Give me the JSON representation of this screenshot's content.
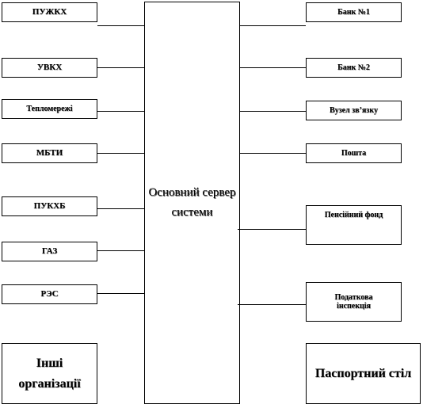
{
  "diagram": {
    "server_label": "Основний сервер системи",
    "left_nodes": [
      {
        "id": "puzhkh",
        "label": "ПУЖКХ"
      },
      {
        "id": "uvkh",
        "label": "УВКХ"
      },
      {
        "id": "teplomerezhi",
        "label": "Тепломережі"
      },
      {
        "id": "mbti",
        "label": "МБТИ"
      },
      {
        "id": "pukhb",
        "label": "ПУКХБ"
      },
      {
        "id": "gaz",
        "label": "ГАЗ"
      },
      {
        "id": "res",
        "label": "РЭС"
      },
      {
        "id": "inshi",
        "label": "Інші організації"
      }
    ],
    "right_nodes": [
      {
        "id": "bank1",
        "label": "Банк №1"
      },
      {
        "id": "bank2",
        "label": "Банк №2"
      },
      {
        "id": "vuzol",
        "label": "Вузел зв’язку"
      },
      {
        "id": "poshta",
        "label": "Пошта"
      },
      {
        "id": "pension",
        "label": "Пенсійний фонд"
      },
      {
        "id": "tax",
        "label": "Податкова інспекція"
      },
      {
        "id": "passport",
        "label": "Паспортний стіл"
      }
    ]
  }
}
